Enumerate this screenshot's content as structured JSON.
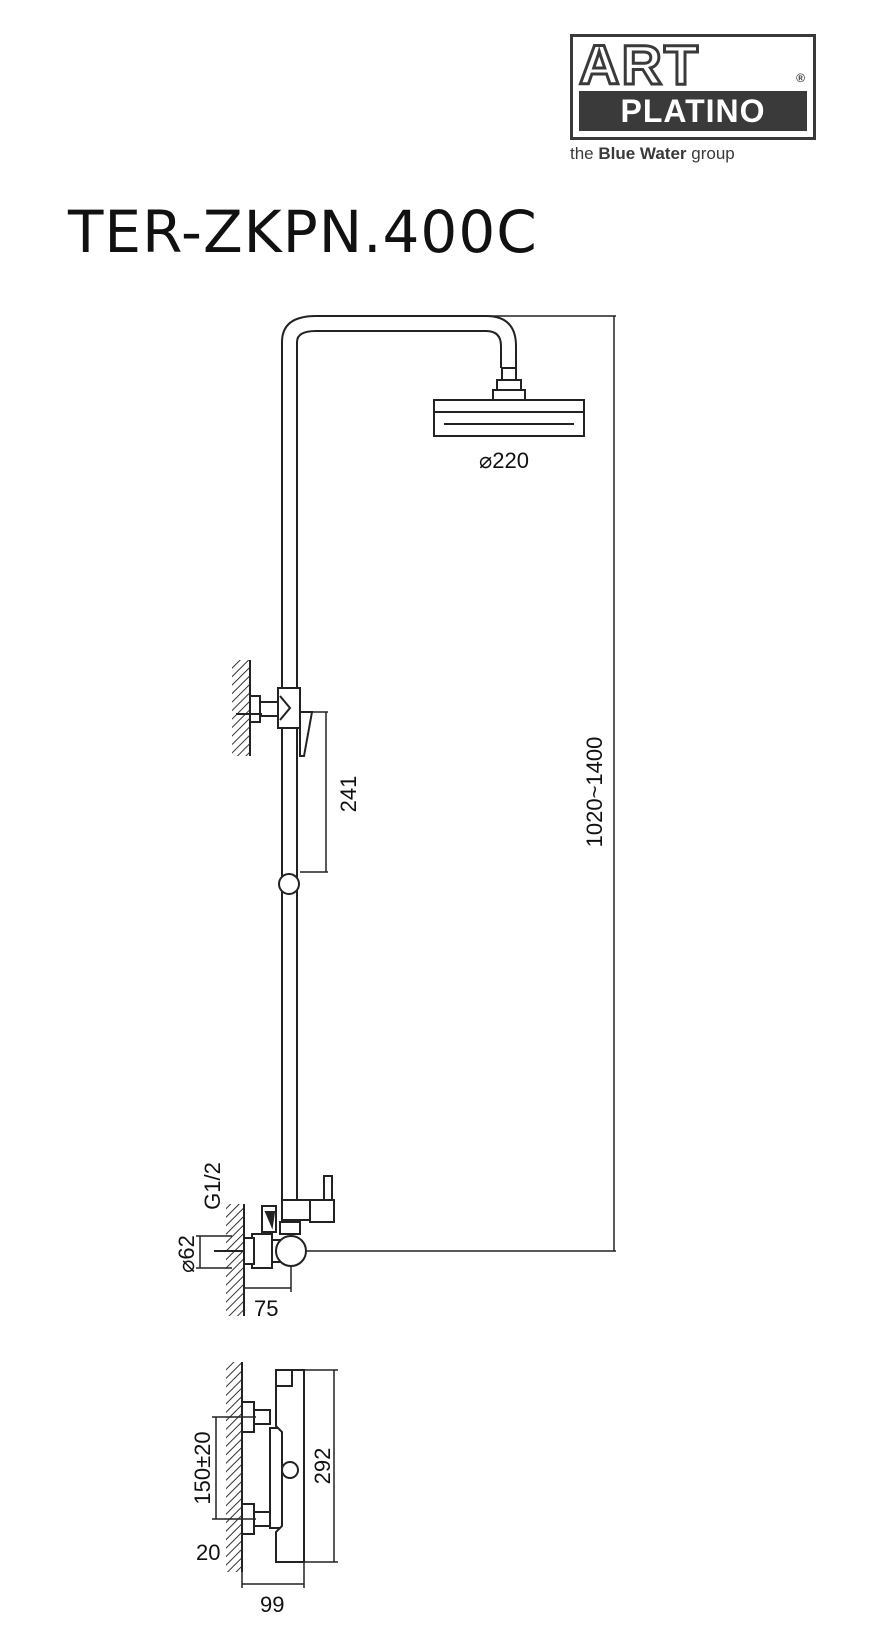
{
  "brand": {
    "logo_top": "ART",
    "logo_reg": "®",
    "logo_bottom": "PLATINO",
    "tagline_pre": "the",
    "tagline_bold": "Blue Water",
    "tagline_post": "group",
    "colors": {
      "logo": "#3a3a3a",
      "ink": "#111111"
    }
  },
  "title": "TER-ZKPN.400C",
  "dimensions": {
    "head_diameter": "⌀220",
    "holder_distance": "241",
    "height_range": "1020~1400",
    "thread": "G1/2",
    "mixer_diameter": "⌀62",
    "wall_offset": "75",
    "inlet_spacing": "150±20",
    "body_height": "292",
    "inlet_offset": "20",
    "body_depth": "99"
  }
}
